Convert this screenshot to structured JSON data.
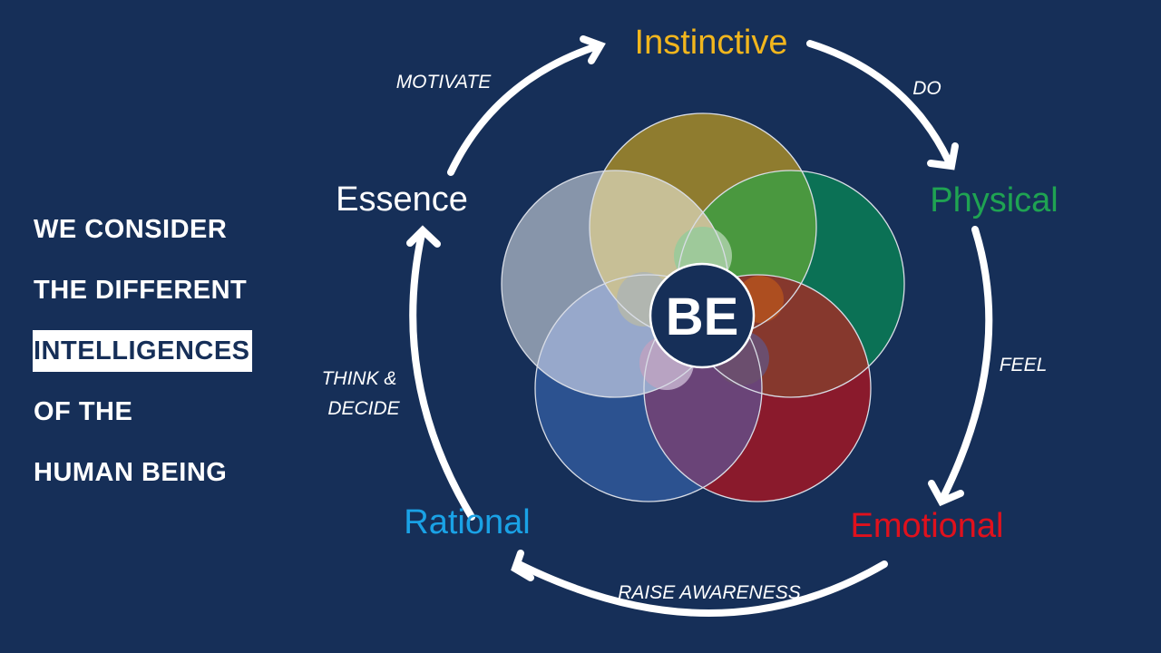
{
  "heading": {
    "line1": "WE CONSIDER",
    "line2": "THE DIFFERENT",
    "line3": "INTELLIGENCES",
    "line4": "OF THE",
    "line5": "HUMAN BEING"
  },
  "center": {
    "label": "BE"
  },
  "nodes": {
    "instinctive": "Instinctive",
    "physical": "Physical",
    "emotional": "Emotional",
    "rational": "Rational",
    "essence": "Essence"
  },
  "transitions": {
    "motivate": "MOTIVATE",
    "do": "DO",
    "feel": "FEEL",
    "raise_awareness": "RAISE AWARENESS",
    "think": "THINK &",
    "decide": "DECIDE"
  },
  "colors": {
    "background": "#162f58",
    "instinctive": "#f2b61d",
    "physical": "#1fa352",
    "emotional": "#e0111d",
    "rational": "#1aa2e6",
    "essence": "#ffffff",
    "petal_instinctive": "#8f7c2f",
    "petal_physical": "#0b7155",
    "petal_emotional": "#8a1a2c",
    "petal_rational": "#2c5290",
    "petal_essence": "#8795aa"
  }
}
